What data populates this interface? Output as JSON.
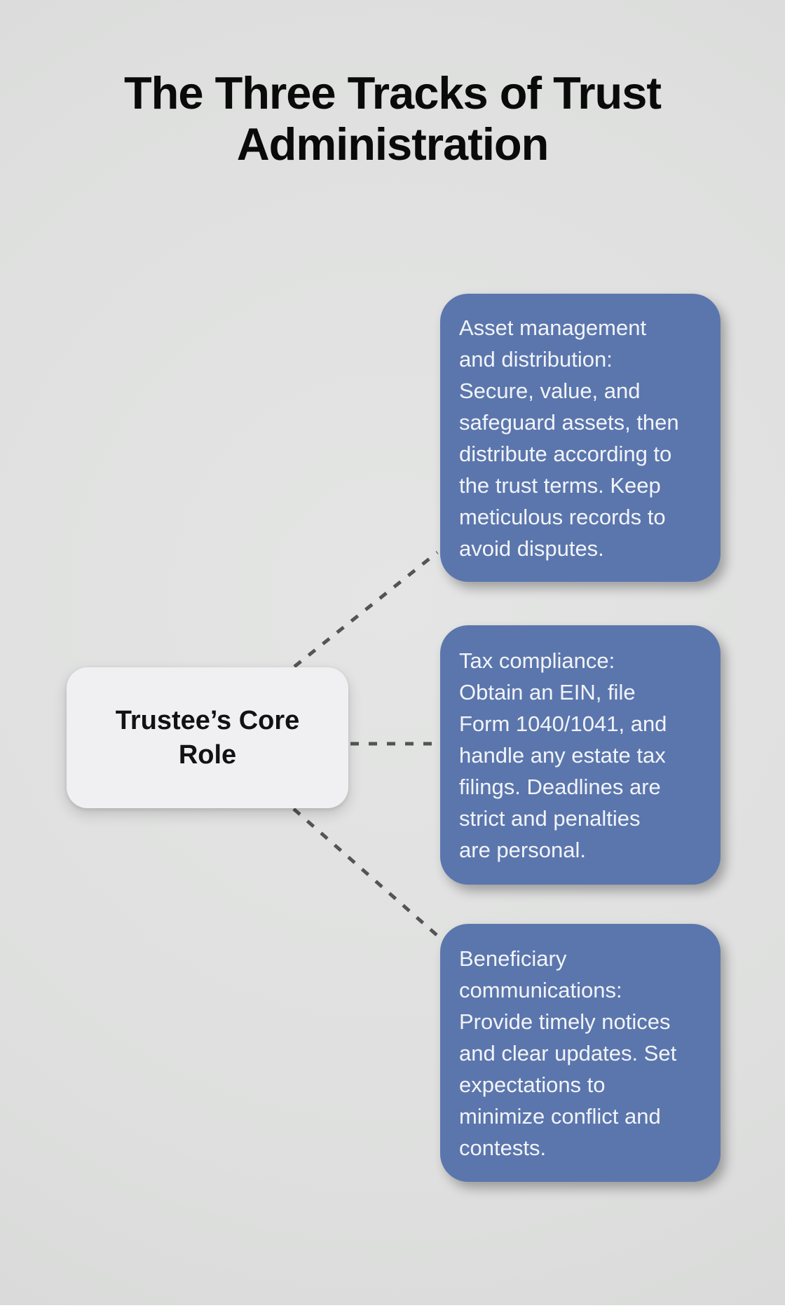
{
  "title": "The Three Tracks of Trust\nAdministration",
  "center_node": {
    "label": "Trustee’s Core\nRole"
  },
  "branches": [
    {
      "id": "asset-management",
      "text": "Asset management\nand distribution:\nSecure, value, and\nsafeguard assets, then\ndistribute according to\nthe trust terms. Keep\nmeticulous records to\navoid disputes."
    },
    {
      "id": "tax-compliance",
      "text": "Tax compliance:\nObtain an EIN, file\nForm 1040/1041, and\nhandle any estate tax\nfilings. Deadlines are\nstrict and penalties\nare personal."
    },
    {
      "id": "beneficiary-communications",
      "text": "Beneficiary\ncommunications:\nProvide timely notices\nand clear updates. Set\nexpectations to\nminimize conflict and\ncontests."
    }
  ],
  "colors": {
    "branch_fill": "#5b76ad",
    "branch_text": "#f2f4f8",
    "node_fill": "#f0f0f2",
    "node_text": "#121212",
    "connector": "#545454",
    "background": "#dedfde",
    "title_text": "#0a0a0a"
  }
}
